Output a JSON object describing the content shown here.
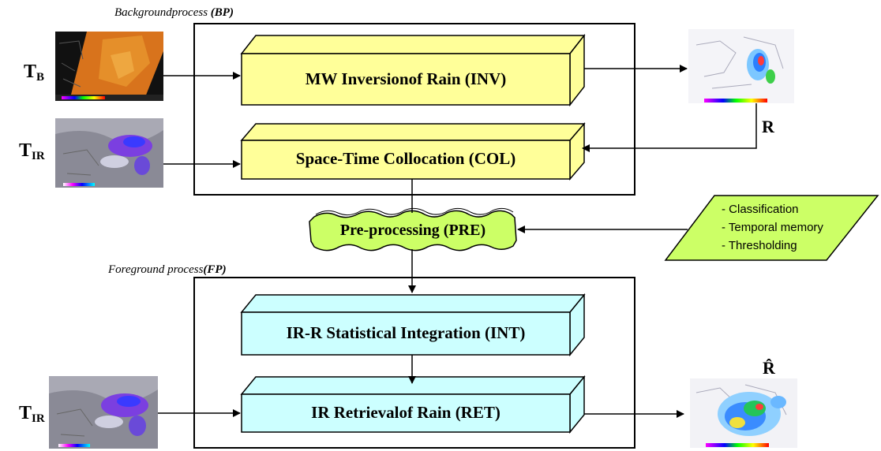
{
  "background_process": {
    "label_main": "Backgroundprocess",
    "label_abbr": "(BP)"
  },
  "foreground_process": {
    "label_main": "Foreground process",
    "label_abbr": "(FP)"
  },
  "inputs": {
    "tb": {
      "main": "T",
      "sub": "B"
    },
    "tir_top": {
      "main": "T",
      "sub": "IR"
    },
    "tir_bottom": {
      "main": "T",
      "sub": "IR"
    }
  },
  "outputs": {
    "r": "R",
    "r_hat": "R̂"
  },
  "blocks": {
    "inv": "MW Inversionof Rain (INV)",
    "col": "Space-Time Collocation (COL)",
    "pre": "Pre-processing (PRE)",
    "int": "IR-R Statistical Integration (INT)",
    "ret": "IR Retrievalof Rain (RET)"
  },
  "pre_parameters": [
    "- Classification",
    "- Temporal memory",
    "- Thresholding"
  ],
  "colors": {
    "yellow_block": "#ffff99",
    "cyan_block": "#ccffff",
    "green_block": "#ccff66",
    "param_fill": "#ccff66"
  }
}
